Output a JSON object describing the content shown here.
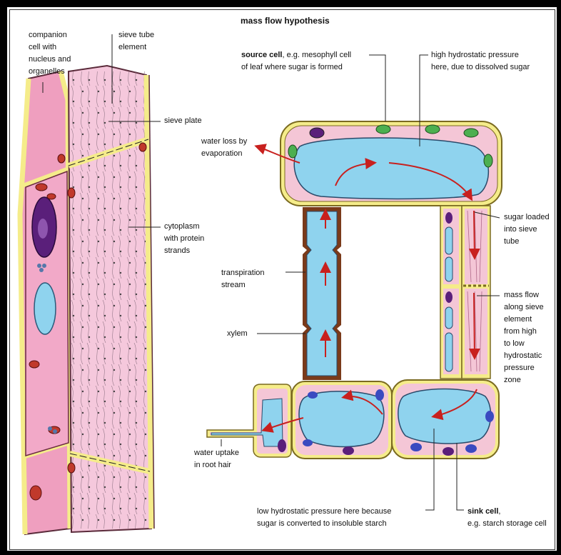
{
  "title": "mass flow hypothesis",
  "colors": {
    "cell_wall": "#f7ef9a",
    "cell_wall_outline": "#7a6a20",
    "cytoplasm": "#f4c6d6",
    "vacuole": "#8fd3ee",
    "xylem_wall": "#7a3a1a",
    "arrow": "#c8201e",
    "chloroplast": "#4caf50",
    "nucleus": "#5a1f7a"
  },
  "left_labels": {
    "companion": [
      "companion",
      "cell with",
      "nucleus and",
      "organelles"
    ],
    "sieve_tube": [
      "sieve tube",
      "element"
    ],
    "sieve_plate": [
      "sieve plate"
    ],
    "cytoplasm": [
      "cytoplasm",
      "with protein",
      "strands"
    ]
  },
  "right_labels": {
    "source_bold": "source cell",
    "source_rest": ", e.g. mesophyll cell",
    "source_line2": "of leaf where sugar is formed",
    "high_pressure": [
      "high hydrostatic pressure",
      "here, due to dissolved sugar"
    ],
    "water_loss": [
      "water loss by",
      "evaporation"
    ],
    "sugar_loaded": [
      "sugar loaded",
      "into sieve",
      "tube"
    ],
    "transpiration": [
      "transpiration",
      "stream"
    ],
    "mass_flow": [
      "mass flow",
      "along sieve",
      "element",
      "from high",
      "to low",
      "hydrostatic",
      "pressure",
      "zone"
    ],
    "xylem": [
      "xylem"
    ],
    "water_uptake": [
      "water uptake",
      "in root hair"
    ],
    "low_pressure": [
      "low hydrostatic pressure here because",
      "sugar is converted to insoluble starch"
    ],
    "sink_bold": "sink cell",
    "sink_rest": ",",
    "sink_line2": "e.g. starch storage cell"
  }
}
